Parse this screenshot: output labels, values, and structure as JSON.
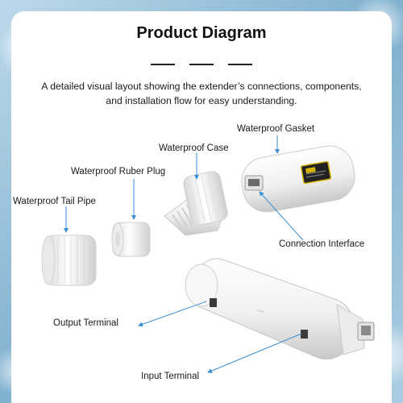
{
  "header": {
    "title": "Product Diagram",
    "description_line1": "A detailed visual layout showing the extender’s connections, components,",
    "description_line2": "and installation flow for easy understanding."
  },
  "labels": {
    "waterproof_gasket": "Waterproof Gasket",
    "waterproof_case": "Waterproof Case",
    "waterproof_rubber_plug": "Waterproof Ruber Plug",
    "waterproof_tail_pipe": "Waterproof Tail Pipe",
    "connection_interface": "Connection Interface",
    "output_terminal": "Output  Terminal",
    "input_terminal": "Input Terminal"
  },
  "colors": {
    "callout": "#3b8fd6",
    "part_white": "#f3f3f3",
    "label_text": "#1a1a1a"
  }
}
